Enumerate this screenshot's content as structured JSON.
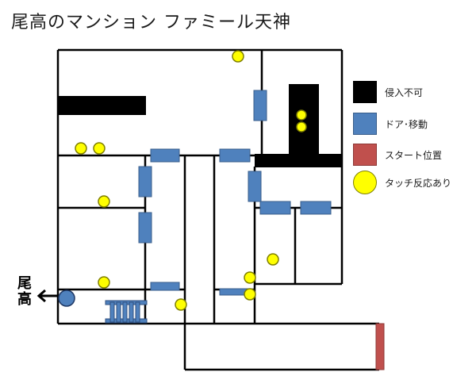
{
  "title": "尾高のマンション ファミール天神",
  "legend": {
    "blocked": "侵入不可",
    "door": "ドア･移動",
    "start": "スタート位置",
    "touch": "タッチ反応あり"
  },
  "exit_label": {
    "line1": "尾",
    "line2": "高"
  },
  "colors": {
    "wall": "#000000",
    "door": "#4f81bd",
    "start": "#c0504d",
    "touch": "#ffff00",
    "exit_marker": "#4f81bd"
  },
  "icons": {
    "exit_arrow": "arrow-left-icon",
    "stairs": "stairs-icon"
  }
}
